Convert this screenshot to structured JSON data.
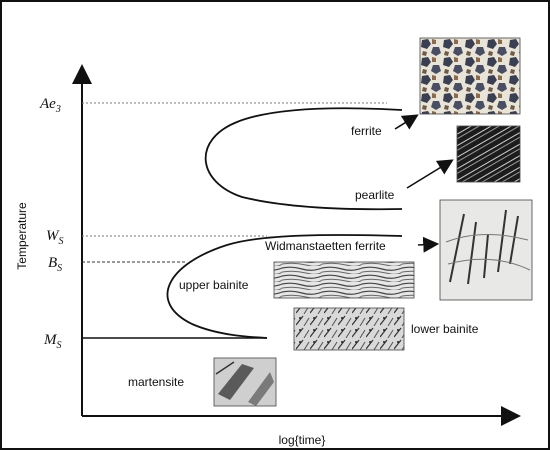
{
  "axes": {
    "y_title": "Temperature",
    "x_title": "log{time}"
  },
  "temperature_levels": [
    {
      "id": "ae3",
      "main": "Ae",
      "sub": "3",
      "style": "dotted"
    },
    {
      "id": "ws",
      "main": "W",
      "sub": "S",
      "style": "dotted"
    },
    {
      "id": "bs",
      "main": "B",
      "sub": "S",
      "style": "dashed"
    },
    {
      "id": "ms",
      "main": "M",
      "sub": "S",
      "style": "solid"
    }
  ],
  "phase_labels": {
    "ferrite": "ferrite",
    "pearlite": "pearlite",
    "widmanstaetten": "Widmanstaetten ferrite",
    "upper_bainite": "upper bainite",
    "lower_bainite": "lower bainite",
    "martensite": "martensite"
  },
  "micrograph_icons": [
    "ferrite-micrograph",
    "pearlite-micrograph",
    "widmanstaetten-micrograph",
    "upper-bainite-micrograph",
    "lower-bainite-micrograph",
    "martensite-micrograph"
  ],
  "colors": {
    "line": "#111111",
    "guide": "#777777"
  }
}
